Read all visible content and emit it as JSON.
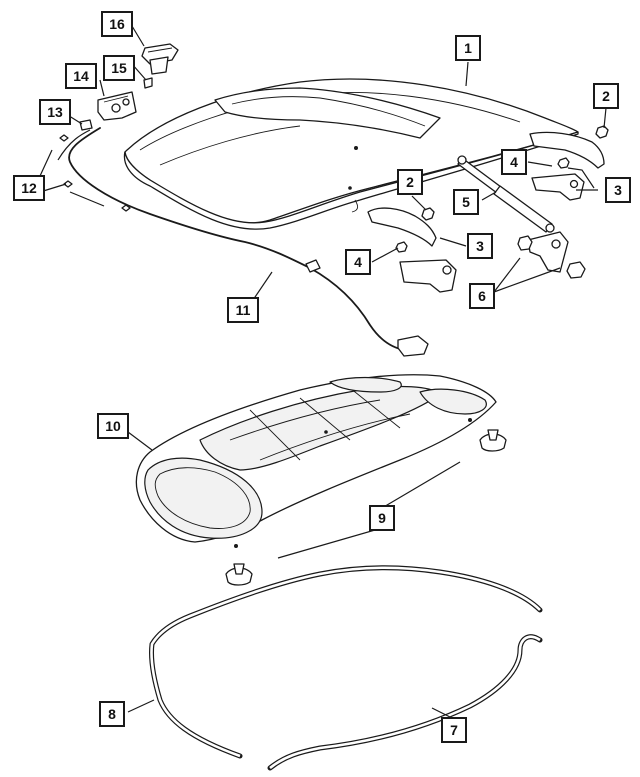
{
  "diagram": {
    "callouts": {
      "c1": "1",
      "c2a": "2",
      "c2b": "2",
      "c3a": "3",
      "c3b": "3",
      "c4a": "4",
      "c4b": "4",
      "c5": "5",
      "c6": "6",
      "c7": "7",
      "c8": "8",
      "c9": "9",
      "c10": "10",
      "c11": "11",
      "c12": "12",
      "c13": "13",
      "c14": "14",
      "c15": "15",
      "c16": "16"
    }
  }
}
